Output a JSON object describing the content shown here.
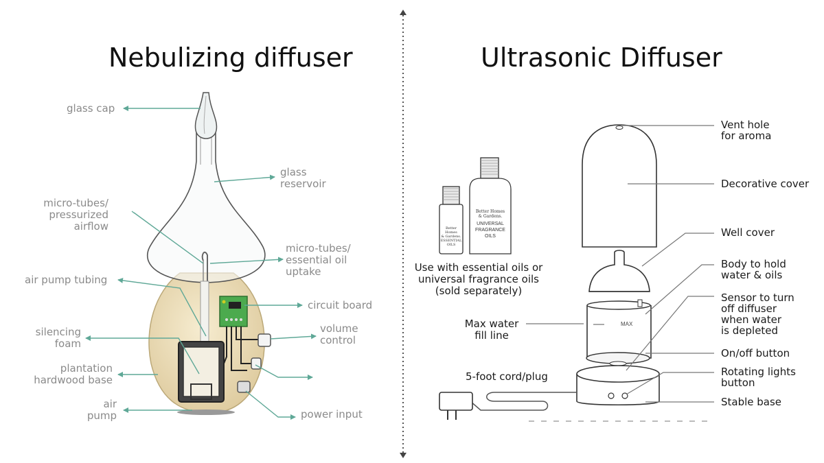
{
  "titles": {
    "left": "Nebulizing diffuser",
    "right": "Ultrasonic Diffuser"
  },
  "nebulizing_labels": {
    "glass_cap": "glass cap",
    "glass_reservoir": "glass\nreservoir",
    "micro_tubes_airflow": "micro-tubes/\npressurized\nairflow",
    "micro_tubes_uptake": "micro-tubes/\nessential oil\nuptake",
    "air_pump_tubing": "air pump tubing",
    "circuit_board": "circuit board",
    "silencing_foam": "silencing\nfoam",
    "volume_control": "volume\ncontrol",
    "plantation_base": "plantation\nhardwood base",
    "air_pump": "air\npump",
    "power_input": "power input"
  },
  "ultrasonic_labels": {
    "vent_hole": "Vent hole\nfor aroma",
    "decorative_cover": "Decorative cover",
    "well_cover": "Well cover",
    "body": "Body to hold\nwater & oils",
    "sensor": "Sensor to turn\noff diffuser\nwhen water\nis depleted",
    "on_off": "On/off button",
    "rotating_lights": "Rotating lights\nbutton",
    "stable_base": "Stable base",
    "max_fill": "Max water\nfill line",
    "cord": "5-foot cord/plug",
    "oils_note": "Use with essential oils or\nuniversal fragrance oils\n(sold separately)",
    "max_mark": "MAX"
  },
  "bottles": {
    "small": "Better Homes\n& Gardens.\nESSENTIAL\nOILS",
    "large_brand": "Better Homes\n& Gardens.",
    "large_text": "UNIVERSAL\nFRAGRANCE\nOILS"
  },
  "colors": {
    "leader_teal": "#5fa897",
    "wood": "#eadbb2",
    "label_gray": "#8a8a8a"
  }
}
